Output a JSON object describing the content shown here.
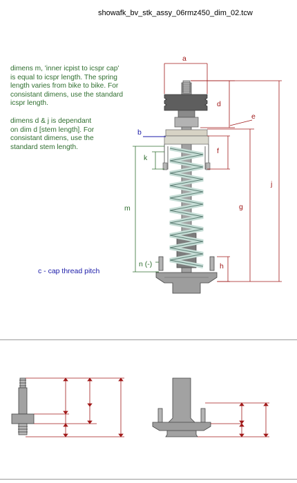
{
  "file": {
    "name": "showafk_bv_stk_assy_06rmz450_dim_02.tcw"
  },
  "notes": {
    "note1": [
      "dimens m,  'inner icpist to icspr cap'",
      "is equal to icspr length.  The spring",
      "length varies from bike to bike.  For",
      "consistant dimens, use the standard",
      "icspr length."
    ],
    "note2": [
      "dimens d & j is dependant",
      "on dim d [stem length].  For",
      "consistant dimens, use the",
      "standard stem length."
    ],
    "cap": "c - cap thread pitch"
  },
  "labels": {
    "a": "a",
    "b": "b",
    "d": "d",
    "e": "e",
    "f": "f",
    "g": "g",
    "h": "h",
    "j": "j",
    "k": "k",
    "m": "m",
    "n": "n (-)"
  },
  "colors": {
    "green_text": "#2f6e2f",
    "blue_text": "#1a1aa8",
    "dim_red": "#a01818",
    "dim_blue": "#1a1aa8",
    "dim_green": "#2f6e2f",
    "spring": "#c6ddd6",
    "part_gray": "#9d9d9d",
    "dark_gray": "#5e5e5e"
  }
}
